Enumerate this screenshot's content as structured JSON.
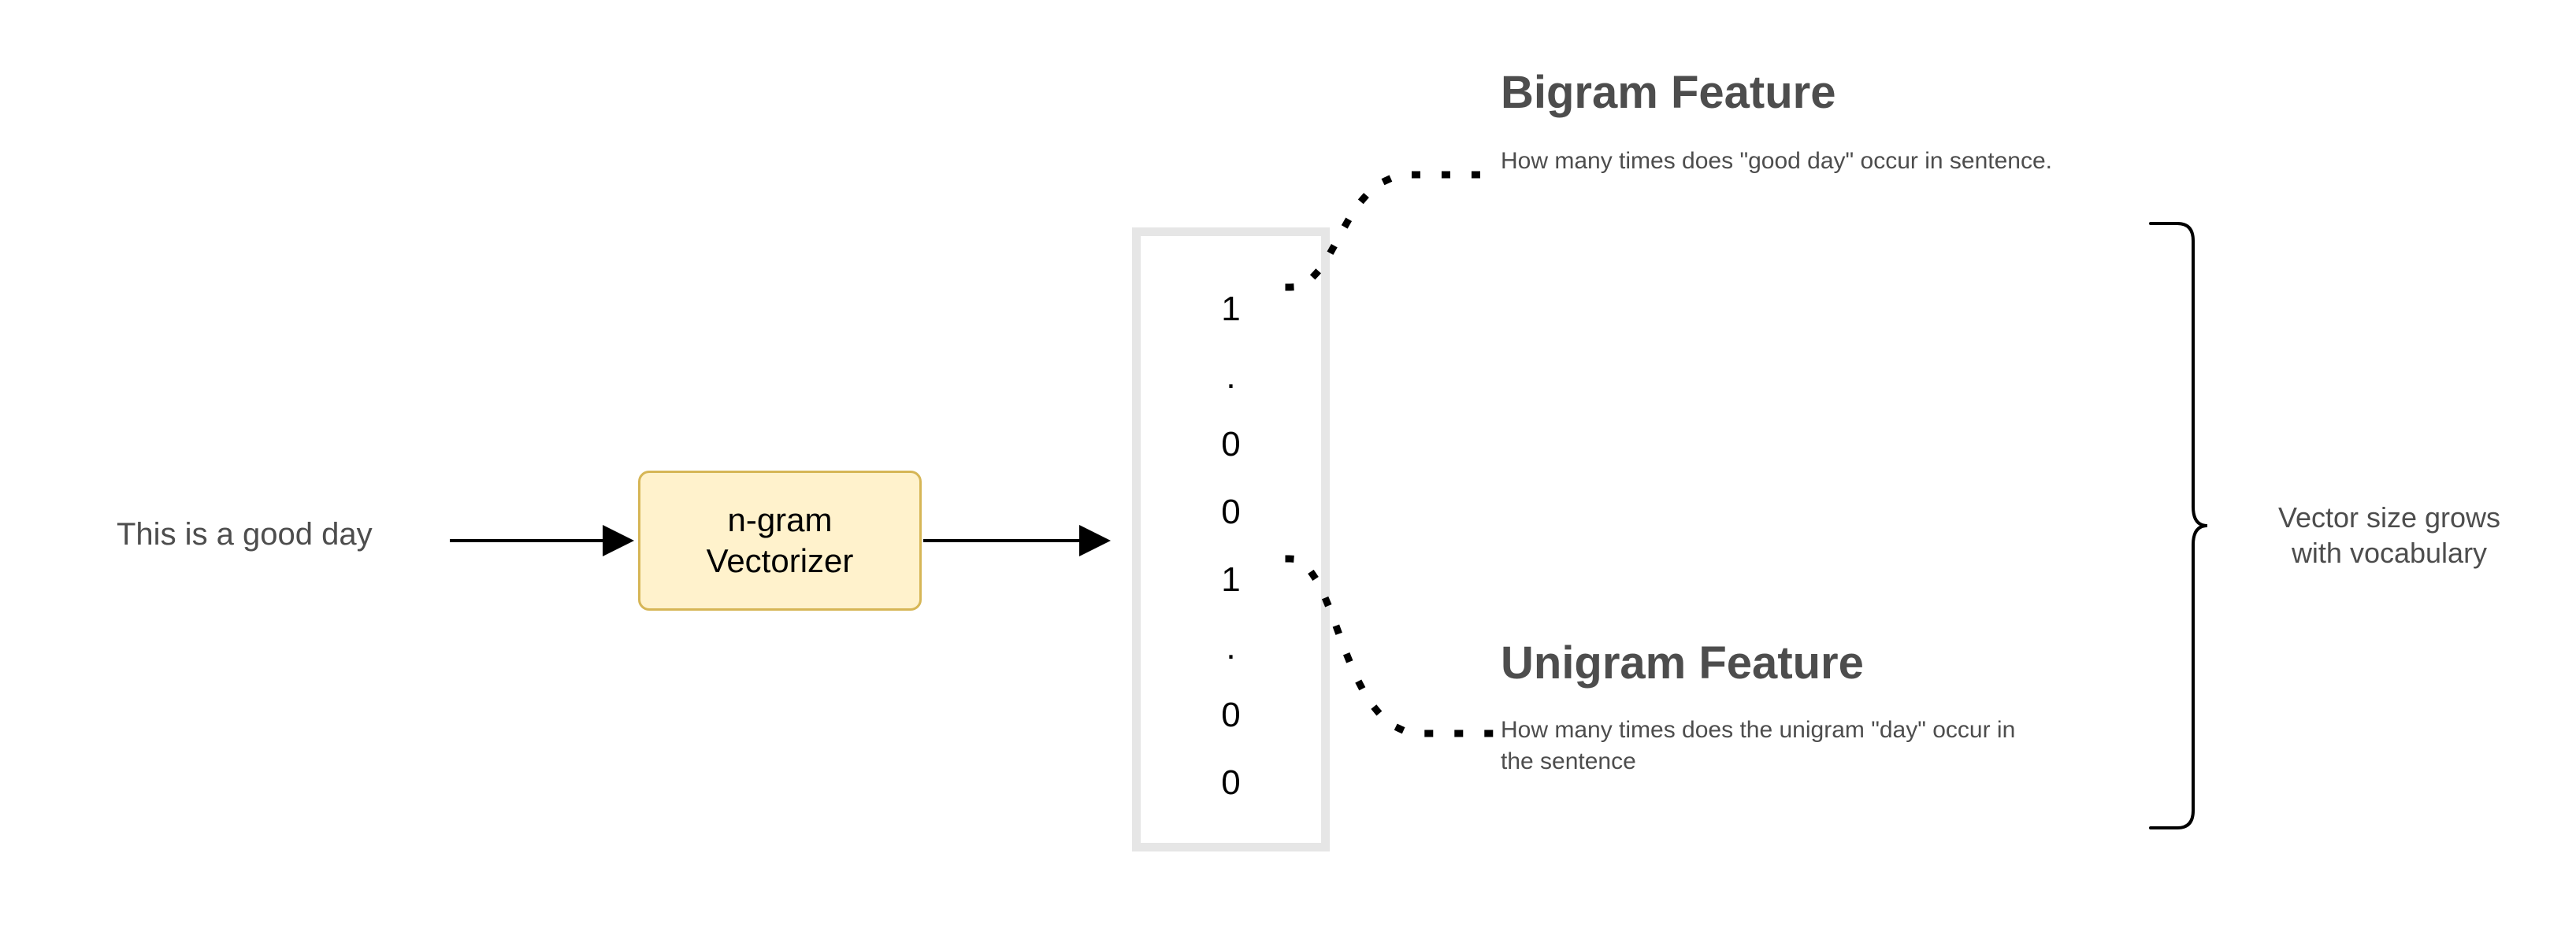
{
  "diagram": {
    "title": "n-gram Vectorizer feature extraction",
    "background_color": "#ffffff"
  },
  "input": {
    "sentence": "This is a good day"
  },
  "process": {
    "box_label_line1": "n-gram",
    "box_label_line2": "Vectorizer",
    "fill_color": "#fff2cc",
    "border_color": "#d6b656"
  },
  "vector": {
    "values": [
      "1",
      ".",
      "0",
      "0",
      "1",
      ".",
      "0",
      "0"
    ],
    "border_color": "#e6e6e6"
  },
  "annotations": {
    "bigram": {
      "heading": "Bigram Feature",
      "description": "How many times does \"good day\" occur in sentence."
    },
    "unigram": {
      "heading": "Unigram Feature",
      "description": "How many times does the unigram \"day\" occur in the sentence"
    }
  },
  "vocabulary_note": {
    "line1": "Vector size grows",
    "line2": "with vocabulary"
  },
  "colors": {
    "text_gray": "#4d4d4d",
    "ink_black": "#000000"
  }
}
